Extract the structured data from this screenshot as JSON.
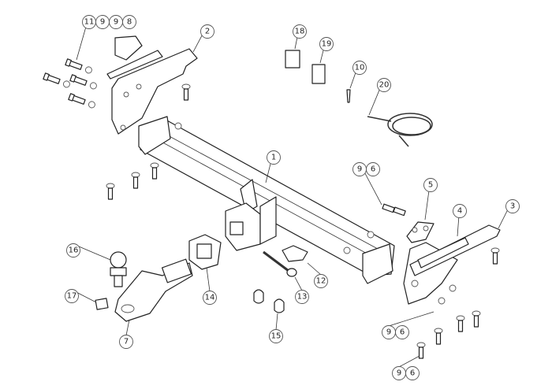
{
  "diagram": {
    "callouts": [
      {
        "id": "c-11-9-9-8",
        "labels": [
          "11",
          "9",
          "9",
          "8"
        ]
      },
      {
        "id": "c-2",
        "labels": [
          "2"
        ]
      },
      {
        "id": "c-18",
        "labels": [
          "18"
        ]
      },
      {
        "id": "c-19",
        "labels": [
          "19"
        ]
      },
      {
        "id": "c-10",
        "labels": [
          "10"
        ]
      },
      {
        "id": "c-20",
        "labels": [
          "20"
        ]
      },
      {
        "id": "c-1",
        "labels": [
          "1"
        ]
      },
      {
        "id": "c-9-6-a",
        "labels": [
          "9",
          "6"
        ]
      },
      {
        "id": "c-5",
        "labels": [
          "5"
        ]
      },
      {
        "id": "c-4",
        "labels": [
          "4"
        ]
      },
      {
        "id": "c-3",
        "labels": [
          "3"
        ]
      },
      {
        "id": "c-16",
        "labels": [
          "16"
        ]
      },
      {
        "id": "c-17",
        "labels": [
          "17"
        ]
      },
      {
        "id": "c-7",
        "labels": [
          "7"
        ]
      },
      {
        "id": "c-14",
        "labels": [
          "14"
        ]
      },
      {
        "id": "c-12",
        "labels": [
          "12"
        ]
      },
      {
        "id": "c-13",
        "labels": [
          "13"
        ]
      },
      {
        "id": "c-15",
        "labels": [
          "15"
        ]
      },
      {
        "id": "c-9-6-b",
        "labels": [
          "9",
          "6"
        ]
      },
      {
        "id": "c-9-6-c",
        "labels": [
          "9",
          "6"
        ]
      }
    ]
  }
}
